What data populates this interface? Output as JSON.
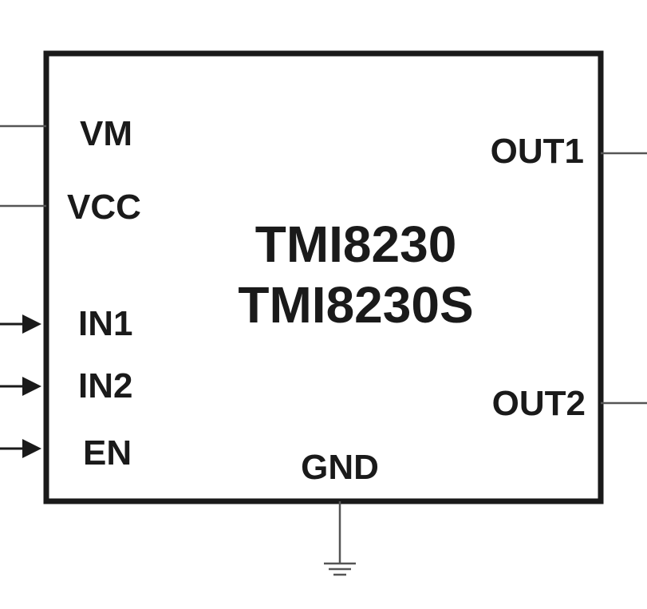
{
  "chip": {
    "names": [
      "TMI8230",
      "TMI8230S"
    ]
  },
  "pins": {
    "vm": "VM",
    "vcc": "VCC",
    "in1": "IN1",
    "in2": "IN2",
    "en": "EN",
    "gnd": "GND",
    "out1": "OUT1",
    "out2": "OUT2"
  },
  "colors": {
    "outline": "#1a1a1a",
    "wire": "#555555",
    "background": "#ffffff"
  }
}
